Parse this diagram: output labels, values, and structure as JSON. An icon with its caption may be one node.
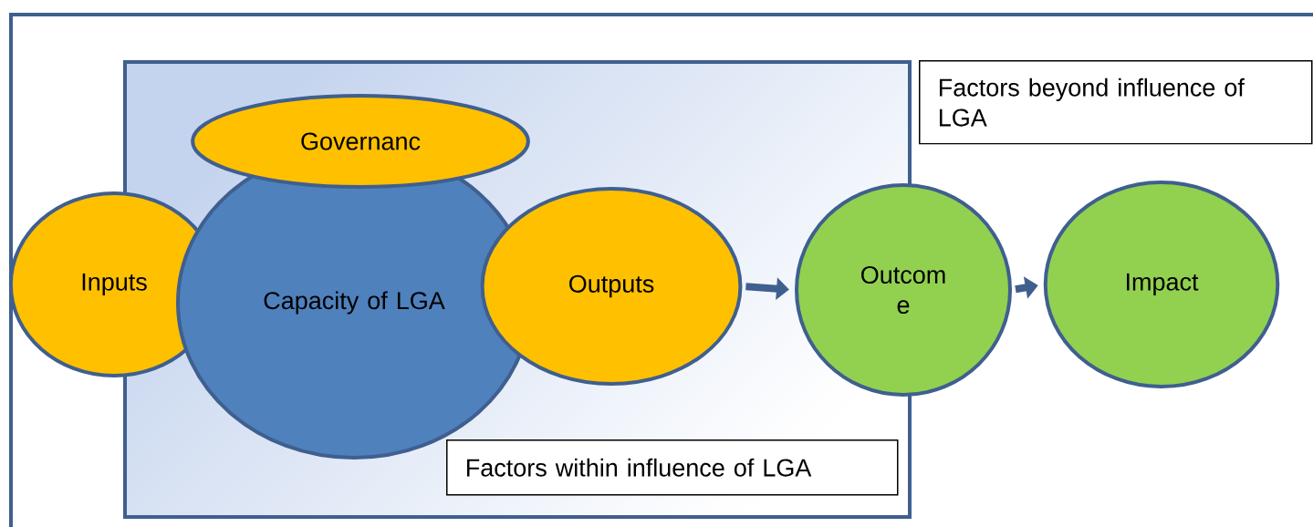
{
  "diagram": {
    "nodes": [
      {
        "text": [
          "Factors beyond influence of LGA"
        ]
      },
      {
        "text": [
          "Factors within influence of LGA"
        ]
      },
      {
        "text": [
          "Governanc"
        ],
        "in": 1
      },
      {
        "text": [
          "Inputs"
        ]
      },
      {
        "text": [
          "Capacity of LGA"
        ],
        "in": 1
      },
      {
        "text": [
          "Outputs"
        ],
        "in": 1
      },
      {
        "text": [
          "Outcom e"
        ]
      },
      {
        "text": [
          "Impact"
        ]
      }
    ],
    "edges": [
      {
        "from": 5,
        "to": 6,
        "arrow": "to"
      },
      {
        "from": 6,
        "to": 7,
        "arrow": "to"
      }
    ]
  }
}
